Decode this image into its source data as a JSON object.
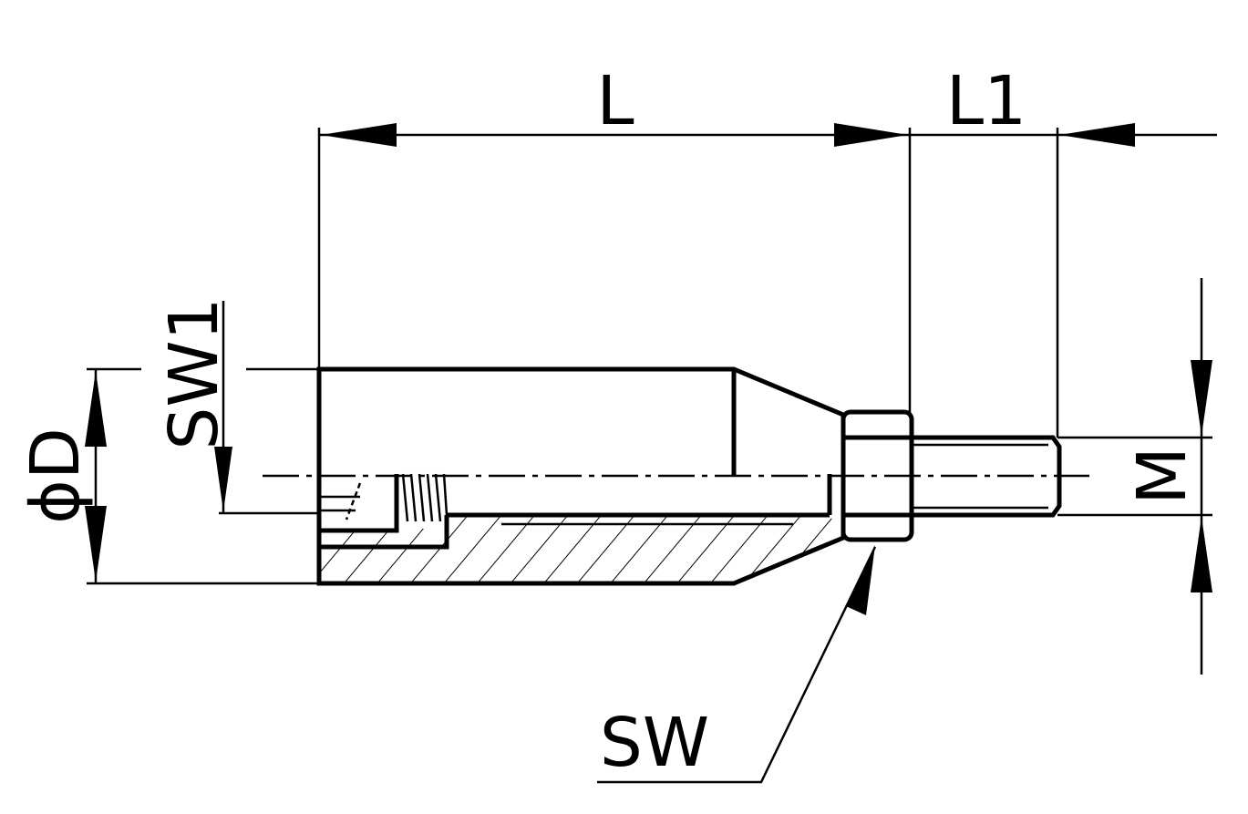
{
  "drawing": {
    "labels": {
      "length": "L",
      "length_thread": "L1",
      "wrench_size_1": "SW1",
      "diameter": "ϕD",
      "thread": "M",
      "wrench_size": "SW"
    },
    "line_color": "#000000",
    "background": "#ffffff"
  }
}
